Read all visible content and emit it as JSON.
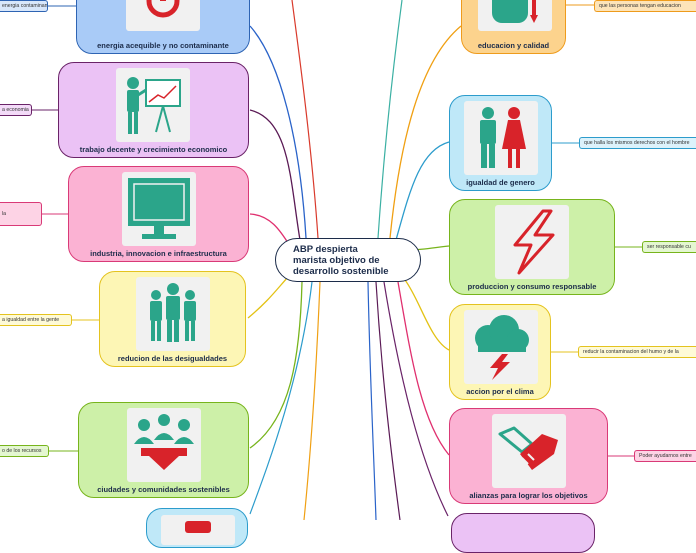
{
  "center_topic": "ABP despierta\nmarista objetivo de\ndesarrollo sostenible",
  "nodes": [
    {
      "key": "energia",
      "label": "energia acequible y no contaminante",
      "note": "energia contaminante",
      "bg": "#a9cbf7",
      "border": "#2e64b3",
      "line": "#2a63c9"
    },
    {
      "key": "trabajo",
      "label": "trabajo decente y crecimiento economico",
      "note": "a economia",
      "bg": "#ebc2f5",
      "border": "#6a2368",
      "line": "#5a1a55"
    },
    {
      "key": "industria",
      "label": "industria, innovacion e infraestructura",
      "note": "la",
      "bg": "#fbb2d3",
      "border": "#d93a77",
      "line": "#e0306f"
    },
    {
      "key": "desigualdades",
      "label": "reducion de las desigualdades",
      "note": "a igualdad entre la gente",
      "bg": "#fdf6b5",
      "border": "#e4c31f",
      "line": "#e3c214"
    },
    {
      "key": "ciudades",
      "label": "ciudades y comunidades sostenibles",
      "note": "o de los recursos",
      "bg": "#cdf0a8",
      "border": "#77b41c",
      "line": "#77b41c"
    },
    {
      "key": "educacion",
      "label": "educacion y calidad",
      "note": "que las personas tengan educacion",
      "bg": "#fcd38d",
      "border": "#ee9b1c",
      "line": "#f0a013"
    },
    {
      "key": "genero",
      "label": "igualdad de genero",
      "note": "que halla los mismos derechos con el hombre",
      "bg": "#bfe8f8",
      "border": "#2c9ccc",
      "line": "#2c9ccc"
    },
    {
      "key": "produccion",
      "label": "produccion y consumo responsable",
      "note": "ser responsable cu",
      "bg": "#cdf0a8",
      "border": "#77b41c",
      "line": "#77b41c"
    },
    {
      "key": "clima",
      "label": "accion por el clima",
      "note": "reducir la contaminacion del humo y de la",
      "bg": "#fdf6b5",
      "border": "#e4c31f",
      "line": "#e3c214"
    },
    {
      "key": "alianzas",
      "label": "alianzas para lograr los objetivos",
      "note": "Poder ayudarnos entre",
      "bg": "#fbb2d3",
      "border": "#d93a77",
      "line": "#e0306f"
    }
  ]
}
